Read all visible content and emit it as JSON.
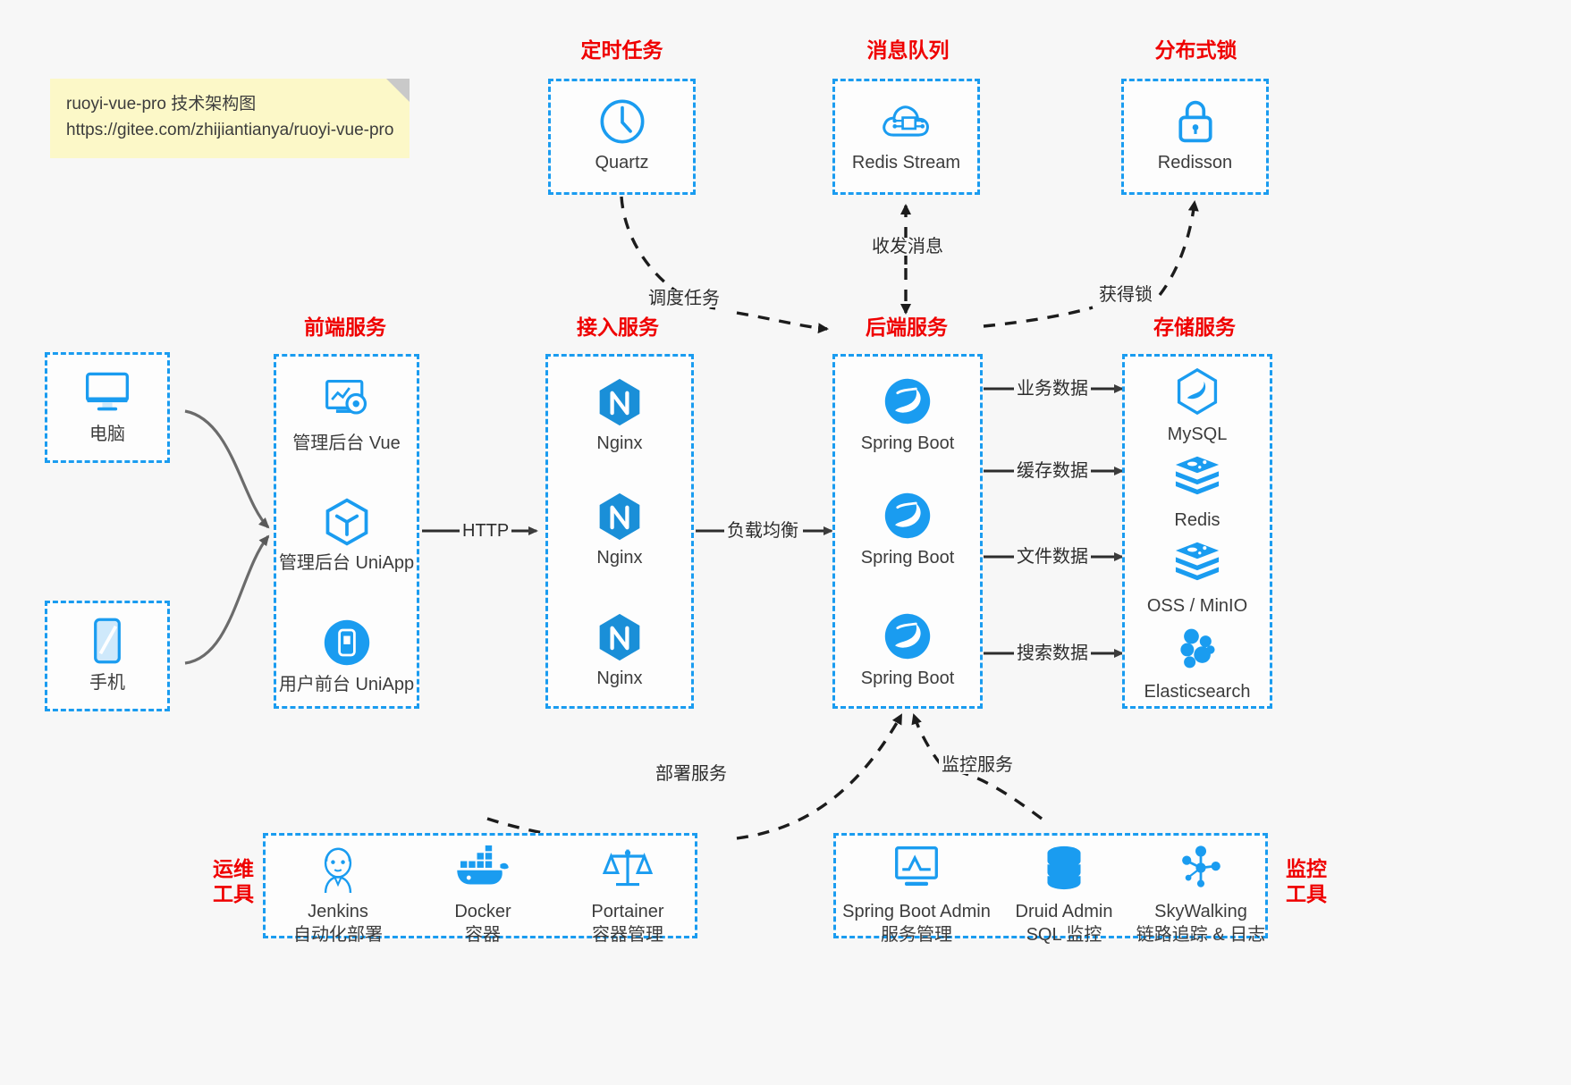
{
  "note": {
    "line1": "ruoyi-vue-pro 技术架构图",
    "line2": "https://gitee.com/zhijiantianya/ruoyi-vue-pro"
  },
  "colors": {
    "accent": "#1a9cf0",
    "title": "#ef0000",
    "background": "#f7f7f7",
    "note_bg": "#fcf8c8",
    "edge": "#3c3c3c",
    "text": "#3c3c3c"
  },
  "groups": {
    "scheduler": {
      "title": "定时任务",
      "items": [
        {
          "label": "Quartz",
          "icon": "clock-icon"
        }
      ]
    },
    "mq": {
      "title": "消息队列",
      "items": [
        {
          "label": "Redis Stream",
          "icon": "cloud-stream-icon"
        }
      ]
    },
    "lock": {
      "title": "分布式锁",
      "items": [
        {
          "label": "Redisson",
          "icon": "lock-icon"
        }
      ]
    },
    "clients": {
      "items": [
        {
          "label": "电脑",
          "icon": "desktop-icon"
        },
        {
          "label": "手机",
          "icon": "phone-icon"
        }
      ]
    },
    "frontend": {
      "title": "前端服务",
      "items": [
        {
          "label": "管理后台 Vue",
          "icon": "dashboard-vue-icon"
        },
        {
          "label": "管理后台 UniApp",
          "icon": "uniapp-icon"
        },
        {
          "label": "用户前台 UniApp",
          "icon": "mobile-app-icon"
        }
      ]
    },
    "gateway": {
      "title": "接入服务",
      "items": [
        {
          "label": "Nginx",
          "icon": "nginx-icon"
        },
        {
          "label": "Nginx",
          "icon": "nginx-icon"
        },
        {
          "label": "Nginx",
          "icon": "nginx-icon"
        }
      ]
    },
    "backend": {
      "title": "后端服务",
      "items": [
        {
          "label": "Spring Boot",
          "icon": "spring-boot-icon"
        },
        {
          "label": "Spring Boot",
          "icon": "spring-boot-icon"
        },
        {
          "label": "Spring Boot",
          "icon": "spring-boot-icon"
        }
      ]
    },
    "storage": {
      "title": "存储服务",
      "items": [
        {
          "label": "MySQL",
          "icon": "mysql-icon"
        },
        {
          "label": "Redis",
          "icon": "redis-icon"
        },
        {
          "label": "OSS / MinIO",
          "icon": "oss-minio-icon"
        },
        {
          "label": "Elasticsearch",
          "icon": "elasticsearch-icon"
        }
      ]
    },
    "devops": {
      "title_line1": "运维",
      "title_line2": "工具",
      "items": [
        {
          "label": "Jenkins",
          "sub": "自动化部署",
          "icon": "jenkins-icon"
        },
        {
          "label": "Docker",
          "sub": "容器",
          "icon": "docker-icon"
        },
        {
          "label": "Portainer",
          "sub": "容器管理",
          "icon": "portainer-icon"
        }
      ]
    },
    "monitor": {
      "title_line1": "监控",
      "title_line2": "工具",
      "items": [
        {
          "label": "Spring Boot Admin",
          "sub": "服务管理",
          "icon": "monitor-screen-icon"
        },
        {
          "label": "Druid Admin",
          "sub": "SQL 监控",
          "icon": "database-icon"
        },
        {
          "label": "SkyWalking",
          "sub": "链路追踪 & 日志",
          "icon": "tracing-icon"
        }
      ]
    }
  },
  "edges": {
    "http": "HTTP",
    "load_balance": "负载均衡",
    "schedule_task": "调度任务",
    "send_receive_msg": "收发消息",
    "acquire_lock": "获得锁",
    "business_data": "业务数据",
    "cache_data": "缓存数据",
    "file_data": "文件数据",
    "search_data": "搜索数据",
    "deploy_service": "部署服务",
    "monitor_service": "监控服务"
  }
}
